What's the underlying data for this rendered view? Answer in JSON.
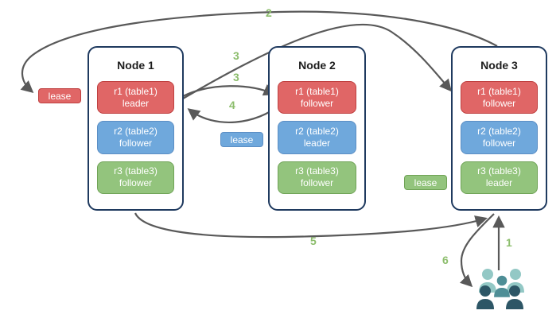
{
  "nodes": [
    {
      "title": "Node 1",
      "replicas": [
        {
          "name": "r1 (table1)",
          "role": "leader",
          "color": "#e06666"
        },
        {
          "name": "r2 (table2)",
          "role": "follower",
          "color": "#6fa8dc"
        },
        {
          "name": "r3 (table3)",
          "role": "follower",
          "color": "#93c47d"
        }
      ]
    },
    {
      "title": "Node 2",
      "replicas": [
        {
          "name": "r1 (table1)",
          "role": "follower",
          "color": "#e06666"
        },
        {
          "name": "r2 (table2)",
          "role": "leader",
          "color": "#6fa8dc"
        },
        {
          "name": "r3 (table3)",
          "role": "follower",
          "color": "#93c47d"
        }
      ]
    },
    {
      "title": "Node 3",
      "replicas": [
        {
          "name": "r1 (table1)",
          "role": "follower",
          "color": "#e06666"
        },
        {
          "name": "r2 (table2)",
          "role": "follower",
          "color": "#6fa8dc"
        },
        {
          "name": "r3 (table3)",
          "role": "leader",
          "color": "#93c47d"
        }
      ]
    }
  ],
  "leases": [
    {
      "label": "lease",
      "color": "#e06666"
    },
    {
      "label": "lease",
      "color": "#6fa8dc"
    },
    {
      "label": "lease",
      "color": "#93c47d"
    }
  ],
  "steps": [
    "1",
    "2",
    "3",
    "3",
    "4",
    "5",
    "6"
  ],
  "edges": [
    {
      "step": "1",
      "from": "clients",
      "to": "Node 3"
    },
    {
      "step": "2",
      "from": "Node 3",
      "to": "lease (red)"
    },
    {
      "step": "3",
      "from": "Node 1 r1 leader",
      "to": "Node 3 r1 follower"
    },
    {
      "step": "3",
      "from": "Node 1 r1 leader",
      "to": "Node 2 r1 follower"
    },
    {
      "step": "4",
      "from": "Node 2 r1 follower",
      "to": "Node 1 r1 leader"
    },
    {
      "step": "5",
      "from": "Node 1",
      "to": "Node 3"
    },
    {
      "step": "6",
      "from": "Node 3",
      "to": "clients"
    }
  ],
  "clients_icon": "people-group-icon",
  "colors": {
    "node-border": "#1f3a5f",
    "arrow": "#595959",
    "step": "#8cbd6c",
    "red-fill": "#e06666",
    "red-border": "#bf4040",
    "blue-fill": "#6fa8dc",
    "blue-border": "#5b8ec4",
    "green-fill": "#93c47d",
    "green-border": "#6fa356",
    "people-light": "#93c8c5",
    "people-mid": "#4e8e96",
    "people-dark": "#2d5666",
    "box-text": "#ffffff"
  }
}
